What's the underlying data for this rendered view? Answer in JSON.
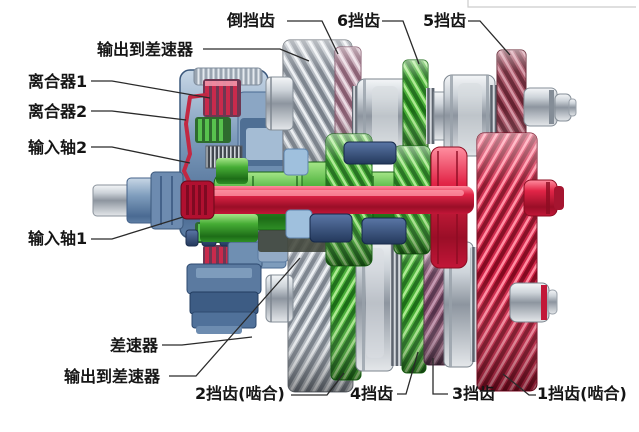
{
  "colors": {
    "background": "#ffffff",
    "label_text": "#151515",
    "leader_line": "#2a2a2a",
    "input_shaft1_red": "#d6224a",
    "input_shaft2_green": "#44b32f",
    "housing_blue": "#7e9cbc",
    "gear_gray": "#b0b6bd",
    "reverse_gear_pink": "#c4a3b3",
    "gear5_maroon": "#a34456",
    "gear3_purple": "#8a5572"
  },
  "labels": {
    "output_to_diff_top": {
      "text": "输出到差速器"
    },
    "reverse_gear": {
      "text": "倒挡齿"
    },
    "gear_6": {
      "text": "6挡齿"
    },
    "gear_5": {
      "text": "5挡齿"
    },
    "clutch_1": {
      "text": "离合器1"
    },
    "clutch_2": {
      "text": "离合器2"
    },
    "input_shaft_2": {
      "text": "输入轴2"
    },
    "input_shaft_1": {
      "text": "输入轴1"
    },
    "differential": {
      "text": "差速器"
    },
    "output_to_diff_bottom": {
      "text": "输出到差速器"
    },
    "gear_2": {
      "text": "2挡齿(啮合)"
    },
    "gear_4": {
      "text": "4挡齿"
    },
    "gear_3": {
      "text": "3挡齿"
    },
    "gear_1": {
      "text": "1挡齿(啮合)"
    }
  }
}
